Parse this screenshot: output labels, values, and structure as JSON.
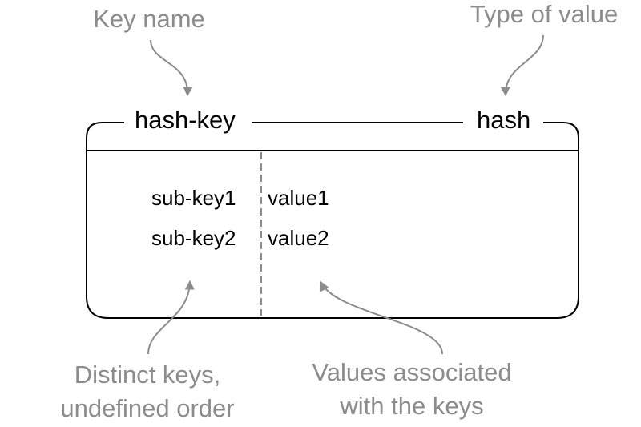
{
  "annotations": {
    "key_name": "Key name",
    "type_of_value": "Type of value",
    "distinct_keys_line1": "Distinct keys,",
    "distinct_keys_line2": "undefined order",
    "values_line1": "Values associated",
    "values_line2": "with the keys"
  },
  "box": {
    "key_label": "hash-key",
    "type_label": "hash",
    "entries": [
      {
        "key": "sub-key1",
        "value": "value1"
      },
      {
        "key": "sub-key2",
        "value": "value2"
      }
    ]
  },
  "colors": {
    "annotation": "#8c8c8c",
    "text": "#000000",
    "background": "#ffffff"
  }
}
